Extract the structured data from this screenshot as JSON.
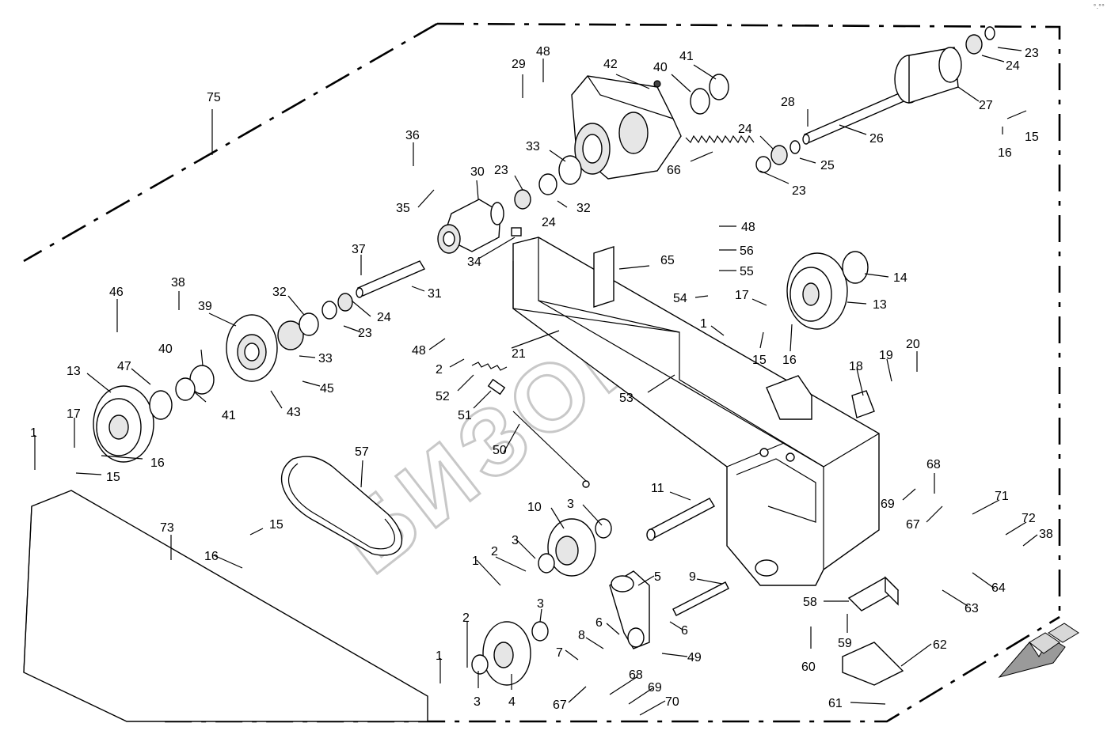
{
  "watermark": {
    "text": "БИЗОН"
  },
  "corner_mark": "°.°°",
  "colors": {
    "line": "#000000",
    "watermark": "#c8c8c8",
    "arrow": "#9a9a9a"
  },
  "callouts": [
    {
      "id": "c75",
      "text": "75"
    },
    {
      "id": "c29",
      "text": "29"
    },
    {
      "id": "c48a",
      "text": "48"
    },
    {
      "id": "c42",
      "text": "42"
    },
    {
      "id": "c40a",
      "text": "40"
    },
    {
      "id": "c41a",
      "text": "41"
    },
    {
      "id": "c23a",
      "text": "23"
    },
    {
      "id": "c24a",
      "text": "24"
    },
    {
      "id": "c27",
      "text": "27"
    },
    {
      "id": "c28",
      "text": "28"
    },
    {
      "id": "c15a",
      "text": "15"
    },
    {
      "id": "c16a",
      "text": "16"
    },
    {
      "id": "c26",
      "text": "26"
    },
    {
      "id": "c24b",
      "text": "24"
    },
    {
      "id": "c25",
      "text": "25"
    },
    {
      "id": "c23b",
      "text": "23"
    },
    {
      "id": "c36",
      "text": "36"
    },
    {
      "id": "c33a",
      "text": "33"
    },
    {
      "id": "c30",
      "text": "30"
    },
    {
      "id": "c23c",
      "text": "23"
    },
    {
      "id": "c66",
      "text": "66"
    },
    {
      "id": "c35",
      "text": "35"
    },
    {
      "id": "c32a",
      "text": "32"
    },
    {
      "id": "c24c",
      "text": "24"
    },
    {
      "id": "c48b",
      "text": "48"
    },
    {
      "id": "c34",
      "text": "34"
    },
    {
      "id": "c56",
      "text": "56"
    },
    {
      "id": "c37",
      "text": "37"
    },
    {
      "id": "c65",
      "text": "65"
    },
    {
      "id": "c55",
      "text": "55"
    },
    {
      "id": "c14",
      "text": "14"
    },
    {
      "id": "c31",
      "text": "31"
    },
    {
      "id": "c54",
      "text": "54"
    },
    {
      "id": "c17a",
      "text": "17"
    },
    {
      "id": "c13a",
      "text": "13"
    },
    {
      "id": "c46",
      "text": "46"
    },
    {
      "id": "c38a",
      "text": "38"
    },
    {
      "id": "c32b",
      "text": "32"
    },
    {
      "id": "c24d",
      "text": "24"
    },
    {
      "id": "c39",
      "text": "39"
    },
    {
      "id": "c23d",
      "text": "23"
    },
    {
      "id": "c1a",
      "text": "1"
    },
    {
      "id": "c15b",
      "text": "15"
    },
    {
      "id": "c16b",
      "text": "16"
    },
    {
      "id": "c21",
      "text": "21"
    },
    {
      "id": "c48c",
      "text": "48"
    },
    {
      "id": "c40b",
      "text": "40"
    },
    {
      "id": "c33b",
      "text": "33"
    },
    {
      "id": "c2a",
      "text": "2"
    },
    {
      "id": "c45",
      "text": "45"
    },
    {
      "id": "c20",
      "text": "20"
    },
    {
      "id": "c19",
      "text": "19"
    },
    {
      "id": "c18",
      "text": "18"
    },
    {
      "id": "c47",
      "text": "47"
    },
    {
      "id": "c13b",
      "text": "13"
    },
    {
      "id": "c52",
      "text": "52"
    },
    {
      "id": "c53",
      "text": "53"
    },
    {
      "id": "c41b",
      "text": "41"
    },
    {
      "id": "c43",
      "text": "43"
    },
    {
      "id": "c51",
      "text": "51"
    },
    {
      "id": "c17b",
      "text": "17"
    },
    {
      "id": "c1b",
      "text": "1"
    },
    {
      "id": "c16c",
      "text": "16"
    },
    {
      "id": "c15c",
      "text": "15"
    },
    {
      "id": "c57",
      "text": "57"
    },
    {
      "id": "c50",
      "text": "50"
    },
    {
      "id": "c68a",
      "text": "68"
    },
    {
      "id": "c11",
      "text": "11"
    },
    {
      "id": "c69a",
      "text": "69"
    },
    {
      "id": "c71",
      "text": "71"
    },
    {
      "id": "c3a",
      "text": "3"
    },
    {
      "id": "c10",
      "text": "10"
    },
    {
      "id": "c67a",
      "text": "67"
    },
    {
      "id": "c72",
      "text": "72"
    },
    {
      "id": "c73",
      "text": "73"
    },
    {
      "id": "c15d",
      "text": "15"
    },
    {
      "id": "c38b",
      "text": "38"
    },
    {
      "id": "c3b",
      "text": "3"
    },
    {
      "id": "c2b",
      "text": "2"
    },
    {
      "id": "c16d",
      "text": "16"
    },
    {
      "id": "c1c",
      "text": "1"
    },
    {
      "id": "c5",
      "text": "5"
    },
    {
      "id": "c9",
      "text": "9"
    },
    {
      "id": "c64",
      "text": "64"
    },
    {
      "id": "c58",
      "text": "58"
    },
    {
      "id": "c63",
      "text": "63"
    },
    {
      "id": "c3c",
      "text": "3"
    },
    {
      "id": "c2c",
      "text": "2"
    },
    {
      "id": "c6a",
      "text": "6"
    },
    {
      "id": "c6b",
      "text": "6"
    },
    {
      "id": "c8",
      "text": "8"
    },
    {
      "id": "c7",
      "text": "7"
    },
    {
      "id": "c49",
      "text": "49"
    },
    {
      "id": "c59",
      "text": "59"
    },
    {
      "id": "c62",
      "text": "62"
    },
    {
      "id": "c1d",
      "text": "1"
    },
    {
      "id": "c60",
      "text": "60"
    },
    {
      "id": "c68b",
      "text": "68"
    },
    {
      "id": "c67b",
      "text": "67"
    },
    {
      "id": "c69b",
      "text": "69"
    },
    {
      "id": "c70",
      "text": "70"
    },
    {
      "id": "c3d",
      "text": "3"
    },
    {
      "id": "c4",
      "text": "4"
    },
    {
      "id": "c61",
      "text": "61"
    }
  ]
}
